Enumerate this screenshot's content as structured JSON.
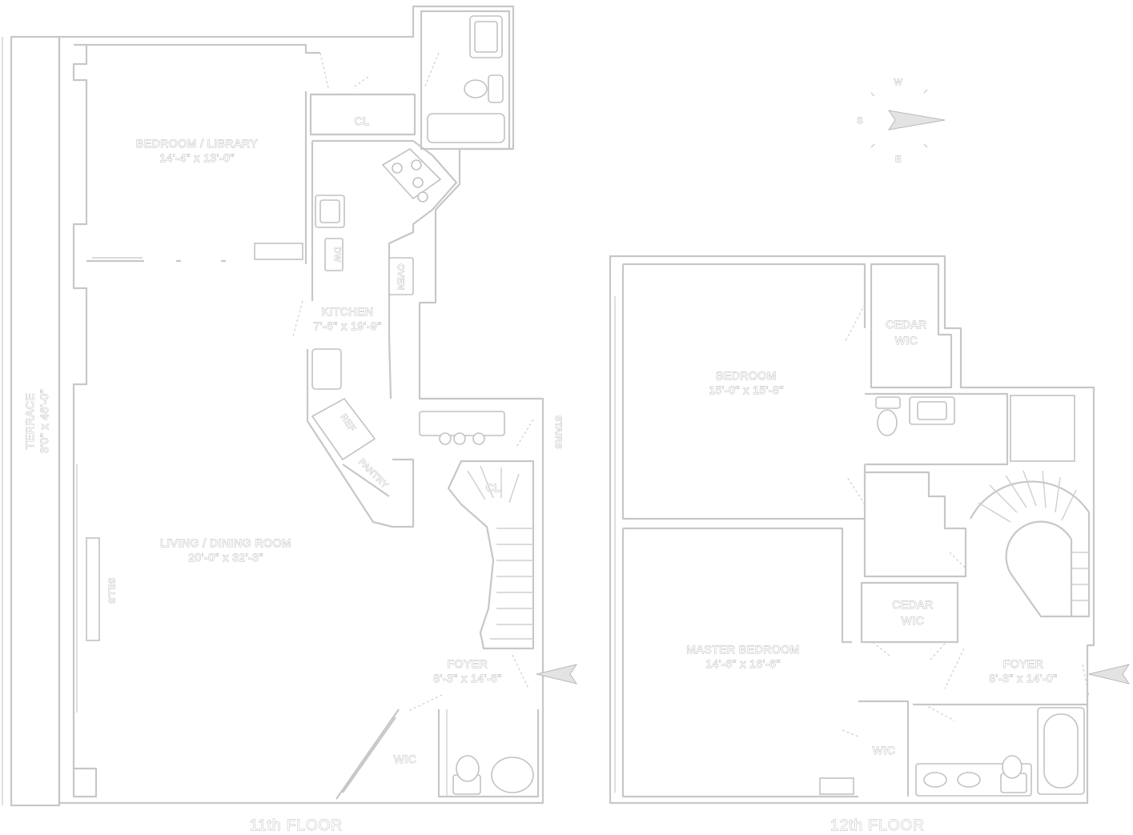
{
  "floors": {
    "floor11": {
      "caption": "11th FLOOR",
      "rooms": {
        "bedroom_library": {
          "name": "BEDROOM / LIBRARY",
          "dims": "14'-4\" x 13'-0\""
        },
        "kitchen": {
          "name": "KITCHEN",
          "dims": "7'-6\" x 19'-9\""
        },
        "living_dining": {
          "name": "LIVING / DINING ROOM",
          "dims": "20'-0\" x 32'-3\""
        },
        "foyer": {
          "name": "FOYER",
          "dims": "8'-3\" x 14'-6\""
        },
        "terrace": {
          "name": "TERRACE",
          "dims": "3'0\" x 46'-0\""
        }
      },
      "labels": {
        "closet_top": "CL",
        "closet_stair": "CL",
        "wic": "WIC",
        "dw": "DW",
        "oven": "OVEN",
        "ref": "REF",
        "pantry": "PANTRY",
        "sills": "SILLS",
        "stairs": "STAIRS"
      }
    },
    "floor12": {
      "caption": "12th FLOOR",
      "rooms": {
        "bedroom": {
          "name": "BEDROOM",
          "dims": "15'-0\" x 15'-8\""
        },
        "master_bedroom": {
          "name": "MASTER BEDROOM",
          "dims": "14'-6\" x 16'-6\""
        },
        "foyer": {
          "name": "FOYER",
          "dims": "8'-3\" x 14'-0\""
        }
      },
      "labels": {
        "cedar_wic_top_1": "CEDAR",
        "cedar_wic_top_2": "WIC",
        "cedar_wic_mid_1": "CEDAR",
        "cedar_wic_mid_2": "WIC",
        "wic": "WIC"
      }
    }
  },
  "compass": {
    "north": "W",
    "south": "E",
    "west": "S"
  }
}
